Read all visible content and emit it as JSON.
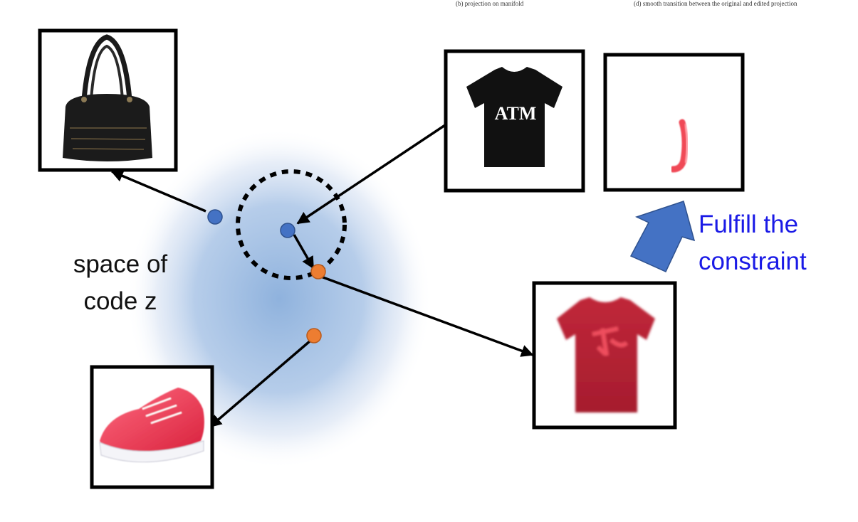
{
  "captions": {
    "left": "(b) projection on manifold",
    "right": "(d) smooth transition between the original and edited projection"
  },
  "labels": {
    "space_line1": "space of",
    "space_line2": "code z",
    "constraint_line1": "Fulfill the",
    "constraint_line2": "constraint"
  },
  "colors": {
    "latent_cloud": "#8fb2dd",
    "blue_point": "#4472c4",
    "orange_point": "#ed7d31",
    "constraint_arrow": "#4472c4",
    "constraint_text": "#1a1ae6",
    "frame": "#000000"
  },
  "images": {
    "handbag": "black handbag",
    "tshirt_original": "black t-shirt with ATM logo",
    "constraint_sketch": "red brush stroke on white",
    "tshirt_edited": "red t-shirt with blurred logo",
    "sneaker": "red sneaker"
  }
}
